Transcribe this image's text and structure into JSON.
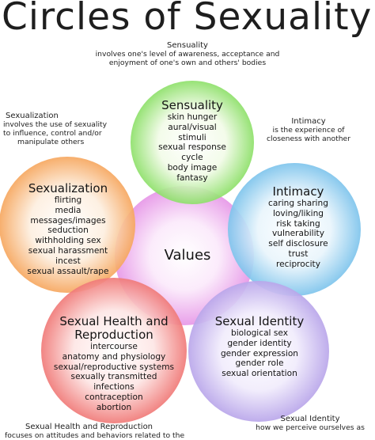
{
  "title": "Circles of Sexuality",
  "notes": {
    "sensuality": {
      "heading": "Sensuality",
      "desc": [
        "involves one's level of awareness, acceptance and",
        "enjoyment of one's own and others' bodies"
      ]
    },
    "sexualization": {
      "heading": "Sexualization",
      "desc": [
        "involves the use of sexuality",
        "to influence, control and/or",
        "manipulate others"
      ]
    },
    "intimacy": {
      "heading": "Intimacy",
      "desc": [
        "is the experience of",
        "closeness with another"
      ]
    },
    "sexual_health": {
      "heading": "Sexual Health and Reproduction",
      "desc": [
        "focuses on attitudes and behaviors related to the"
      ]
    },
    "sexual_identity": {
      "heading": "Sexual Identity",
      "desc": [
        "how we perceive ourselves as"
      ]
    }
  },
  "circles": {
    "sensuality": {
      "title": [
        "Sensuality"
      ],
      "items": [
        "skin hunger",
        "aural/visual",
        "stimuli",
        "sexual response",
        "cycle",
        "body image",
        "fantasy"
      ],
      "color": "#8ee06a"
    },
    "sexualization": {
      "title": [
        "Sexualization"
      ],
      "items": [
        "flirting",
        "media",
        "messages/images",
        "seduction",
        "withholding sex",
        "sexual harassment",
        "incest",
        "sexual assault/rape"
      ],
      "color": "#f6a75f"
    },
    "intimacy": {
      "title": [
        "Intimacy"
      ],
      "items": [
        "caring sharing",
        "loving/liking",
        "risk taking",
        "vulnerability",
        "self disclosure",
        "trust",
        "reciprocity"
      ],
      "color": "#7ec4ec"
    },
    "values": {
      "title": [
        "Values"
      ],
      "color": "#e79ae8"
    },
    "sexual_health": {
      "title": [
        "Sexual Health and",
        "Reproduction"
      ],
      "items": [
        "intercourse",
        "anatomy and physiology",
        "sexual/reproductive systems",
        "sexually transmitted",
        "infections",
        "contraception",
        "abortion"
      ],
      "color": "#f07a78"
    },
    "sexual_identity": {
      "title": [
        "Sexual Identity"
      ],
      "items": [
        "biological sex",
        "gender identity",
        "gender expression",
        "gender role",
        "sexual orientation"
      ],
      "color": "#b9a6ea"
    }
  }
}
